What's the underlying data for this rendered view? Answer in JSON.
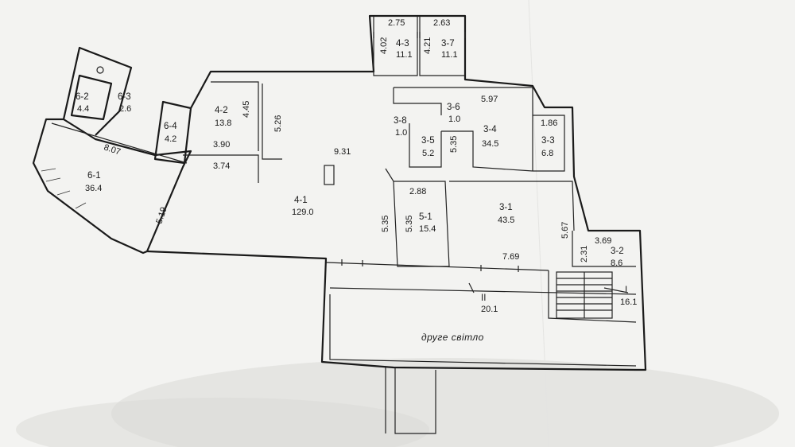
{
  "rooms": [
    {
      "id": "r-6-2",
      "label": "6-2",
      "area": "4.4"
    },
    {
      "id": "r-6-3",
      "label": "6-3",
      "area": "2.6"
    },
    {
      "id": "r-6-4",
      "label": "6-4",
      "area": "4.2"
    },
    {
      "id": "r-6-1",
      "label": "6-1",
      "area": "36.4"
    },
    {
      "id": "r-4-2",
      "label": "4-2",
      "area": "13.8"
    },
    {
      "id": "r-4-3",
      "label": "4-3",
      "area": "11.1"
    },
    {
      "id": "r-3-7",
      "label": "3-7",
      "area": "11.1"
    },
    {
      "id": "r-3-8",
      "label": "3-8",
      "area": "1.0"
    },
    {
      "id": "r-3-6",
      "label": "3-6",
      "area": "1.0"
    },
    {
      "id": "r-3-5",
      "label": "3-5",
      "area": "5.2"
    },
    {
      "id": "r-3-4",
      "label": "3-4",
      "area": "34.5"
    },
    {
      "id": "r-3-3",
      "label": "3-3",
      "area": "6.8"
    },
    {
      "id": "r-4-1",
      "label": "4-1",
      "area": "129.0"
    },
    {
      "id": "r-5-1",
      "label": "5-1",
      "area": "15.4"
    },
    {
      "id": "r-3-1",
      "label": "3-1",
      "area": "43.5"
    },
    {
      "id": "r-3-2",
      "label": "3-2",
      "area": "8.6"
    },
    {
      "id": "r-I",
      "label": "I",
      "area": "16.1"
    },
    {
      "id": "r-II",
      "label": "II",
      "area": "20.1"
    }
  ],
  "dimensions": {
    "d275": "2.75",
    "d263": "2.63",
    "d402": "4.02",
    "d421": "4.21",
    "d445": "4.45",
    "d526": "5.26",
    "d390": "3.90",
    "d374": "3.74",
    "d931": "9.31",
    "d807": "8.07",
    "d519": "5.19",
    "d597": "5.97",
    "d535a": "5.35",
    "d186": "1.86",
    "d288": "2.88",
    "d535b": "5.35",
    "d535c": "5.35",
    "d567": "5.67",
    "d769": "7.69",
    "d369": "3.69",
    "d231": "2.31"
  },
  "notes": {
    "second_light": "друге світло"
  }
}
